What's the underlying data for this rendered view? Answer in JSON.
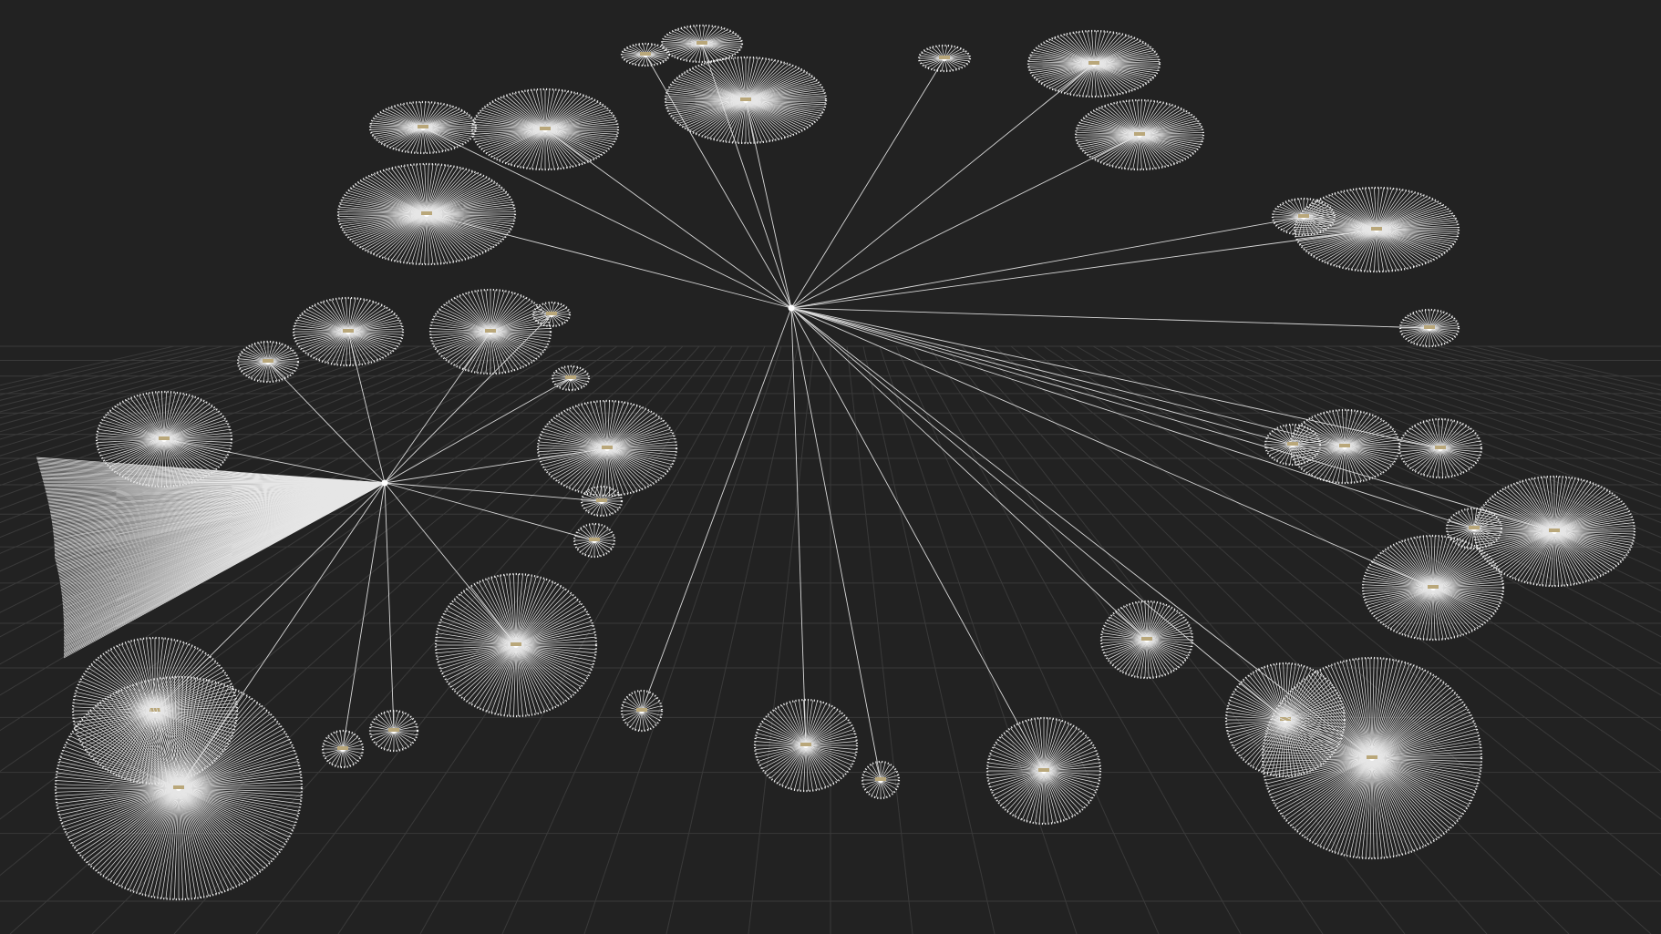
{
  "view": {
    "title": "",
    "background_color": "#222222",
    "grid_color": "#3a3a3a",
    "edge_color": "#e6e6e6",
    "node_color": "#f2f2f2",
    "label_marker_color": "#b9a77a"
  },
  "graph": {
    "description_visible_text": "",
    "root_hubs": [
      {
        "id": "central-hub"
      },
      {
        "id": "left-hub"
      }
    ],
    "clusters": [
      {
        "id": "c-top-a",
        "parent": "central-hub",
        "size": "large"
      },
      {
        "id": "c-top-b",
        "parent": "central-hub",
        "size": "medium"
      },
      {
        "id": "c-top-c",
        "parent": "central-hub",
        "size": "large"
      },
      {
        "id": "c-top-d",
        "parent": "central-hub",
        "size": "large"
      },
      {
        "id": "c-top-e",
        "parent": "central-hub",
        "size": "medium"
      },
      {
        "id": "c-top-f",
        "parent": "central-hub",
        "size": "large"
      },
      {
        "id": "c-top-g",
        "parent": "central-hub",
        "size": "large"
      },
      {
        "id": "c-right-a",
        "parent": "central-hub",
        "size": "large"
      },
      {
        "id": "c-right-b",
        "parent": "central-hub",
        "size": "small"
      },
      {
        "id": "c-right-c",
        "parent": "central-hub",
        "size": "medium"
      },
      {
        "id": "c-right-d",
        "parent": "central-hub",
        "size": "large"
      },
      {
        "id": "c-right-e",
        "parent": "central-hub",
        "size": "large"
      },
      {
        "id": "c-bottom-a",
        "parent": "central-hub",
        "size": "medium"
      },
      {
        "id": "c-bottom-b",
        "parent": "central-hub",
        "size": "large"
      },
      {
        "id": "c-bottom-c",
        "parent": "central-hub",
        "size": "very-large"
      },
      {
        "id": "c-bottom-d",
        "parent": "central-hub",
        "size": "medium"
      },
      {
        "id": "c-bottom-e",
        "parent": "central-hub",
        "size": "medium"
      },
      {
        "id": "c-left-a",
        "parent": "left-hub",
        "size": "medium"
      },
      {
        "id": "c-left-b",
        "parent": "left-hub",
        "size": "medium"
      },
      {
        "id": "c-left-c",
        "parent": "left-hub",
        "size": "medium"
      },
      {
        "id": "c-left-d",
        "parent": "left-hub",
        "size": "large"
      },
      {
        "id": "c-left-e",
        "parent": "left-hub",
        "size": "very-large"
      },
      {
        "id": "c-left-f",
        "parent": "left-hub",
        "size": "very-large"
      },
      {
        "id": "c-left-g",
        "parent": "left-hub",
        "size": "large"
      },
      {
        "id": "c-left-h",
        "parent": "left-hub",
        "size": "small"
      },
      {
        "id": "c-left-i",
        "parent": "left-hub",
        "size": "small"
      }
    ]
  }
}
